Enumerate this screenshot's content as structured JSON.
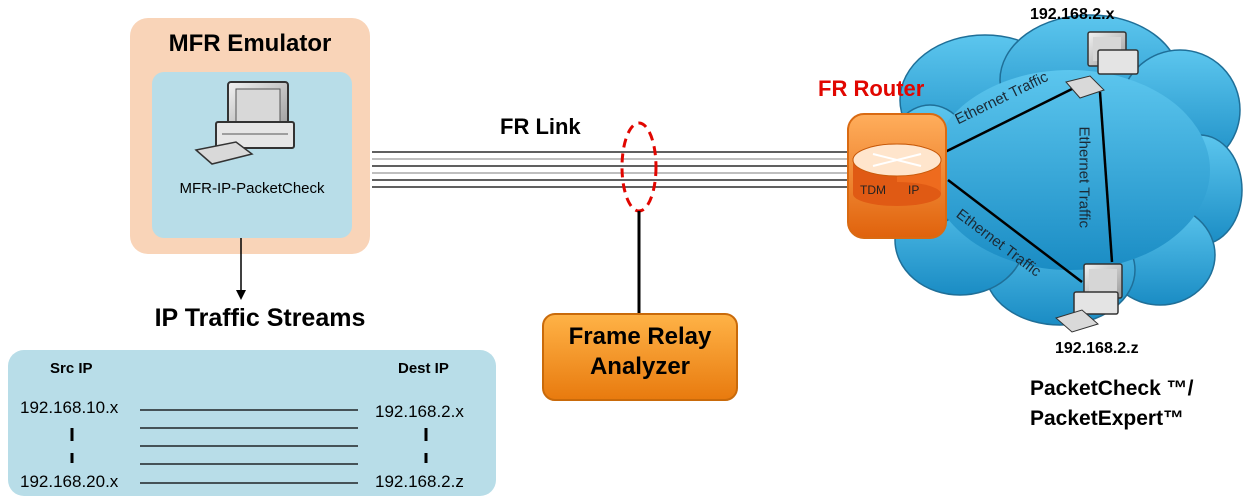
{
  "emulator": {
    "title": "MFR Emulator",
    "pc_label": "MFR-IP-PacketCheck"
  },
  "streams": {
    "title": "IP Traffic Streams",
    "src_header": "Src IP",
    "dest_header": "Dest IP",
    "src_first": "192.168.10.x",
    "src_last": "192.168.20.x",
    "dest_first": "192.168.2.x",
    "dest_last": "192.168.2.z"
  },
  "link": {
    "label": "FR Link"
  },
  "analyzer": {
    "line1": "Frame Relay",
    "line2": "Analyzer"
  },
  "router": {
    "title": "FR Router",
    "tdm_label": "TDM",
    "ip_label": "IP"
  },
  "network": {
    "host_top_ip": "192.168.2.x",
    "host_bottom_ip": "192.168.2.z",
    "link_label": "Ethernet Traffic",
    "product_line1": "PacketCheck ™/",
    "product_line2": "PacketExpert™"
  },
  "colors": {
    "emulator_bg": "#f9d4b8",
    "emulator_inner": "#b8dde8",
    "table_bg": "#b8dde8",
    "analyzer": "#f39320",
    "router": "#f07a1a",
    "cloud": "#2aa6d6",
    "alert_red": "#e10600"
  }
}
